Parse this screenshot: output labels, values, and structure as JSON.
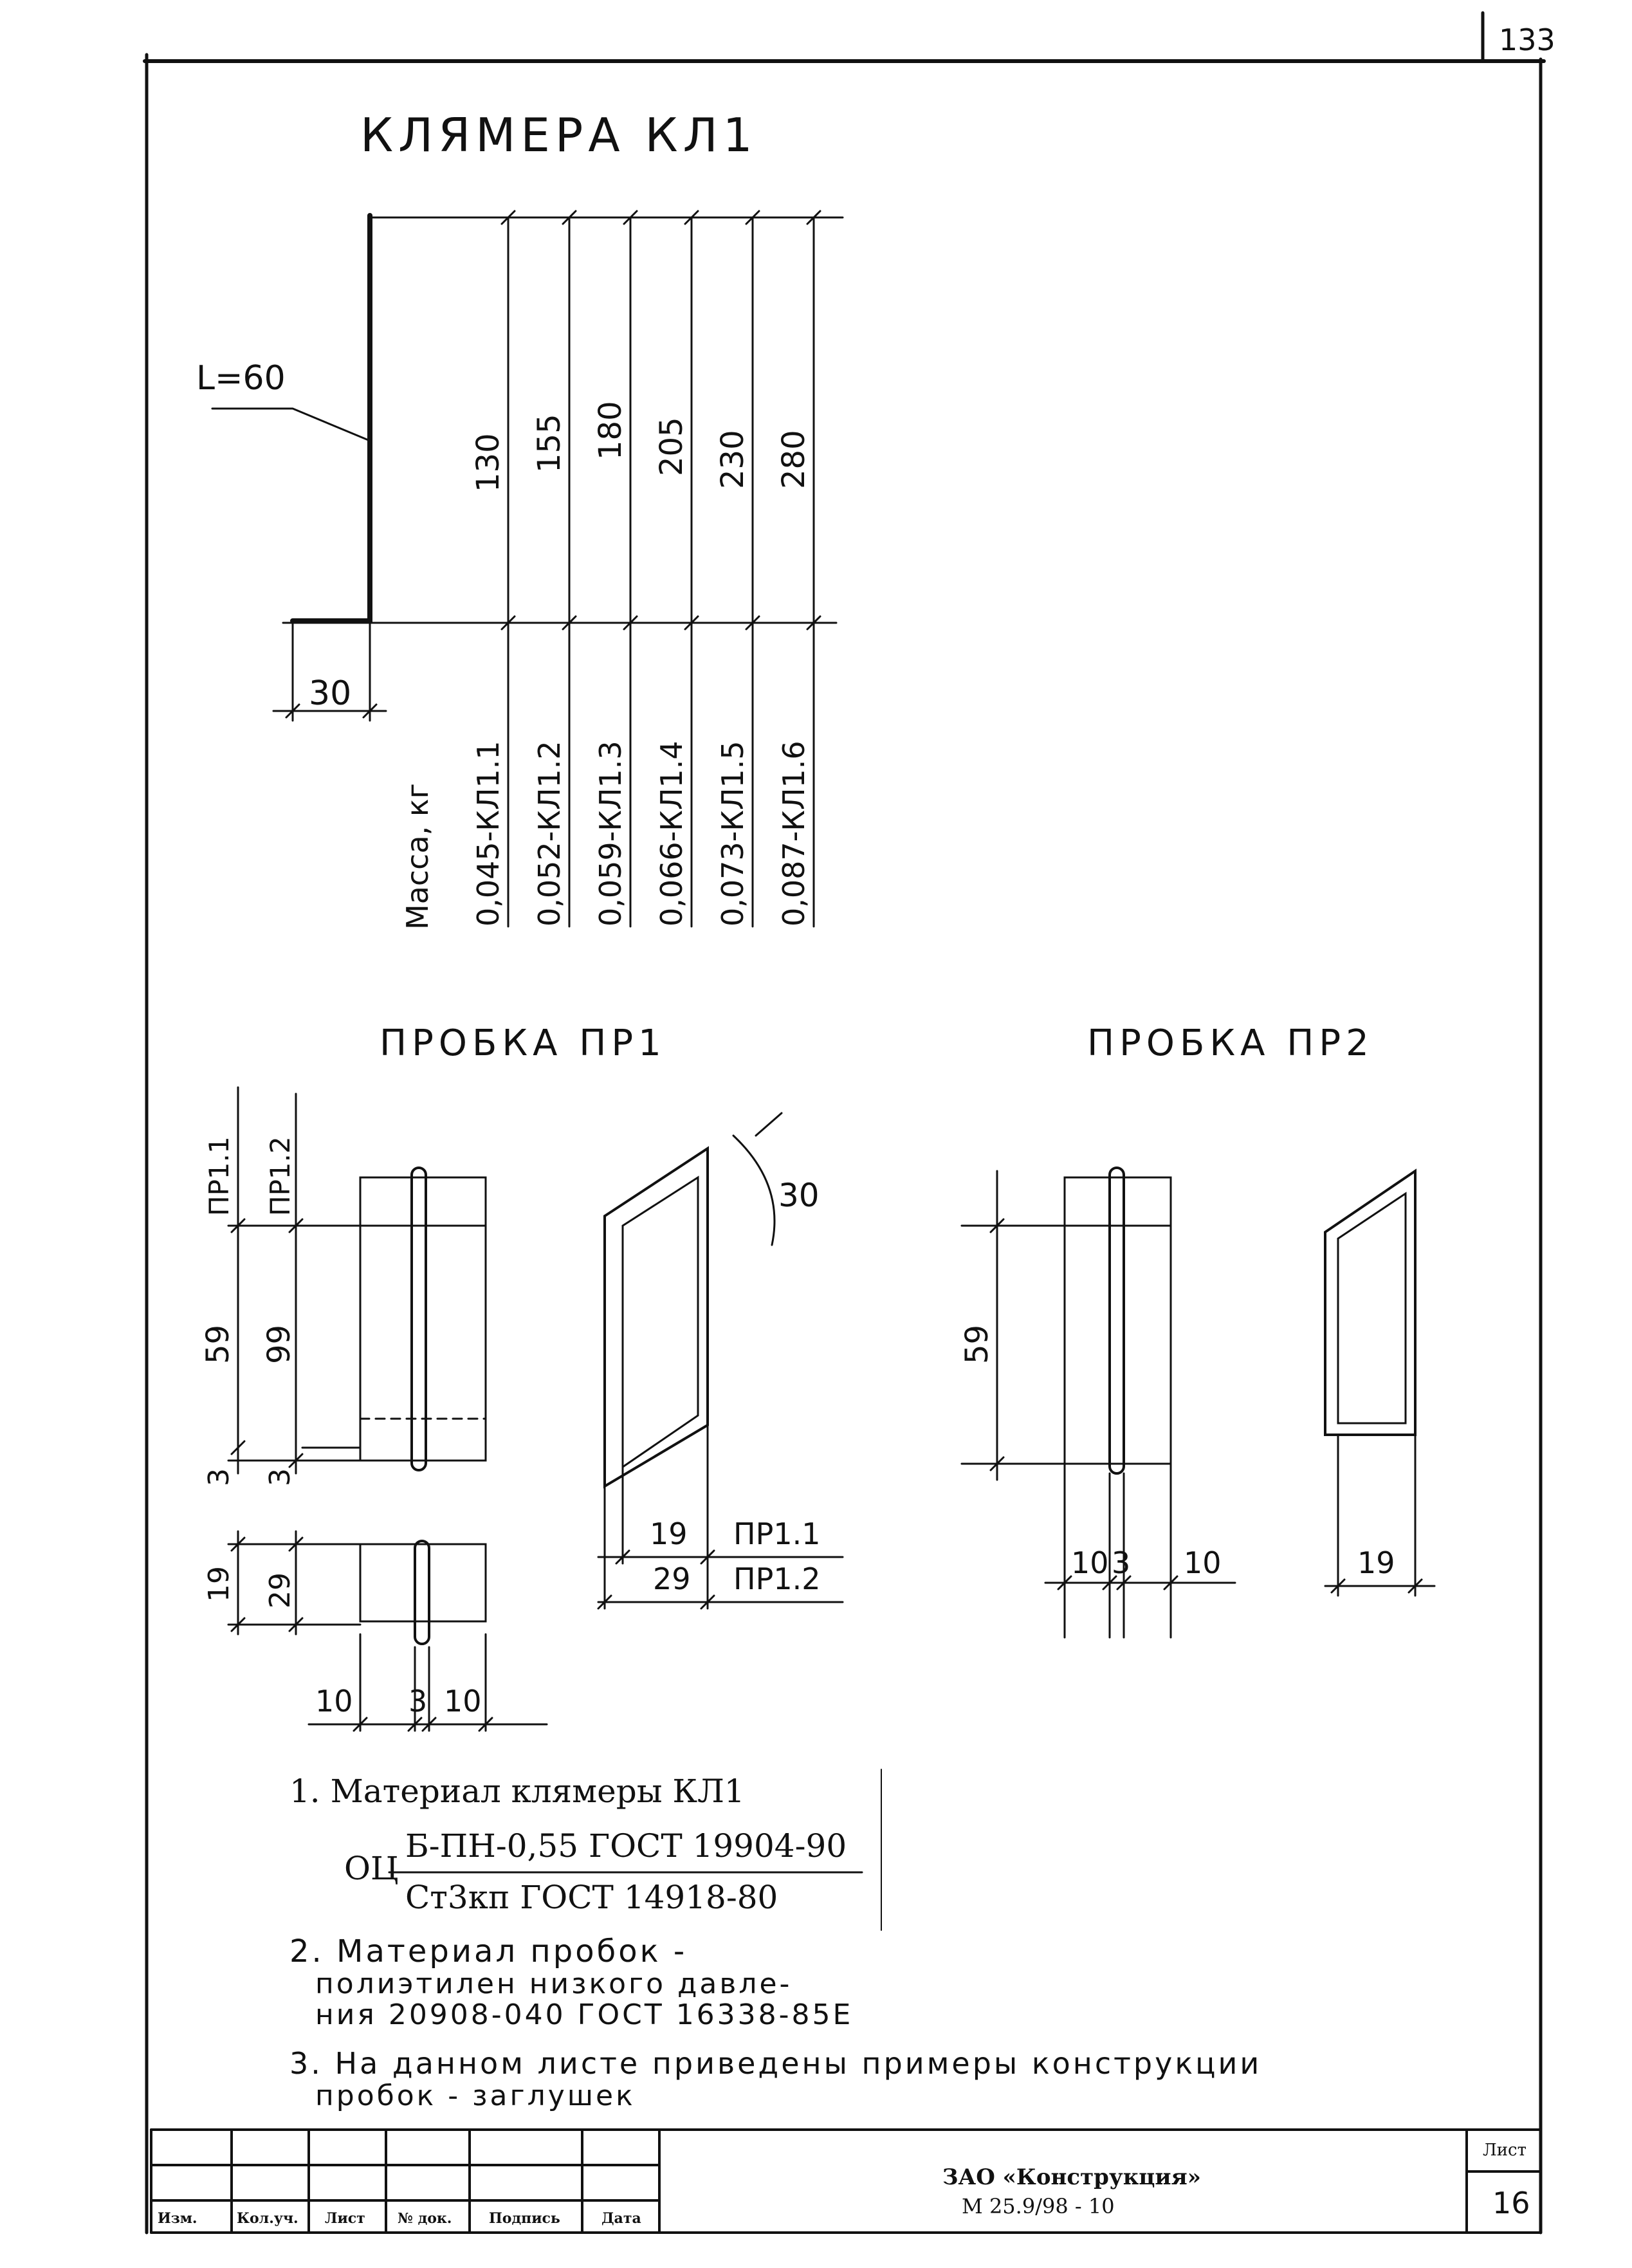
{
  "sheet_number": "133",
  "klyamera": {
    "title": "КЛЯМЕРА КЛ1",
    "L_label": "L=60",
    "width_label": "30",
    "heights": [
      "130",
      "155",
      "180",
      "205",
      "230",
      "280"
    ],
    "mass_header": "Масса, кг",
    "marks": [
      "0,045-КЛ1.1",
      "0,052-КЛ1.2",
      "0,059-КЛ1.3",
      "0,066-КЛ1.4",
      "0,073-КЛ1.5",
      "0,087-КЛ1.6"
    ]
  },
  "pr1": {
    "title": "ПРОБКА ПР1",
    "labels": [
      "ПР1.1",
      "ПР1.2"
    ],
    "dims": {
      "h59": "59",
      "h99": "99",
      "three_a": "3",
      "three_b": "3",
      "w19": "19",
      "w29": "29",
      "b10a": "10",
      "b3": "3",
      "b10b": "10",
      "angle": "30",
      "r19": "19",
      "r29": "29",
      "rpr11": "ПР1.1",
      "rpr12": "ПР1.2"
    }
  },
  "pr2": {
    "title": "ПРОБКА ПР2",
    "dims": {
      "h59": "59",
      "b10a": "10",
      "b3": "3",
      "b10b": "10",
      "r19": "19"
    }
  },
  "notes": {
    "n1_prefix": "1. Материал клямеры КЛ1",
    "oc": "ОЦ",
    "line_a": "Б-ПН-0,55 ГОСТ 19904-90",
    "line_b": "Ст3кп ГОСТ 14918-80",
    "n2_l1": "2. Материал пробок -",
    "n2_l2": "полиэтилен низкого давле-",
    "n2_l3": "ния 20908-040 ГОСТ 16338-85Е",
    "n3_l1": "3. На данном листе приведены примеры конструкции",
    "n3_l2": "пробок - заглушек"
  },
  "stamp": {
    "headers": [
      "Изм.",
      "Кол.уч.",
      "Лист",
      "№ док.",
      "Подпись",
      "Дата"
    ],
    "org": "ЗАО «Конструкция»",
    "code": "М 25.9/98 - 10",
    "sheet_label": "Лист",
    "sheet_value": "16"
  }
}
